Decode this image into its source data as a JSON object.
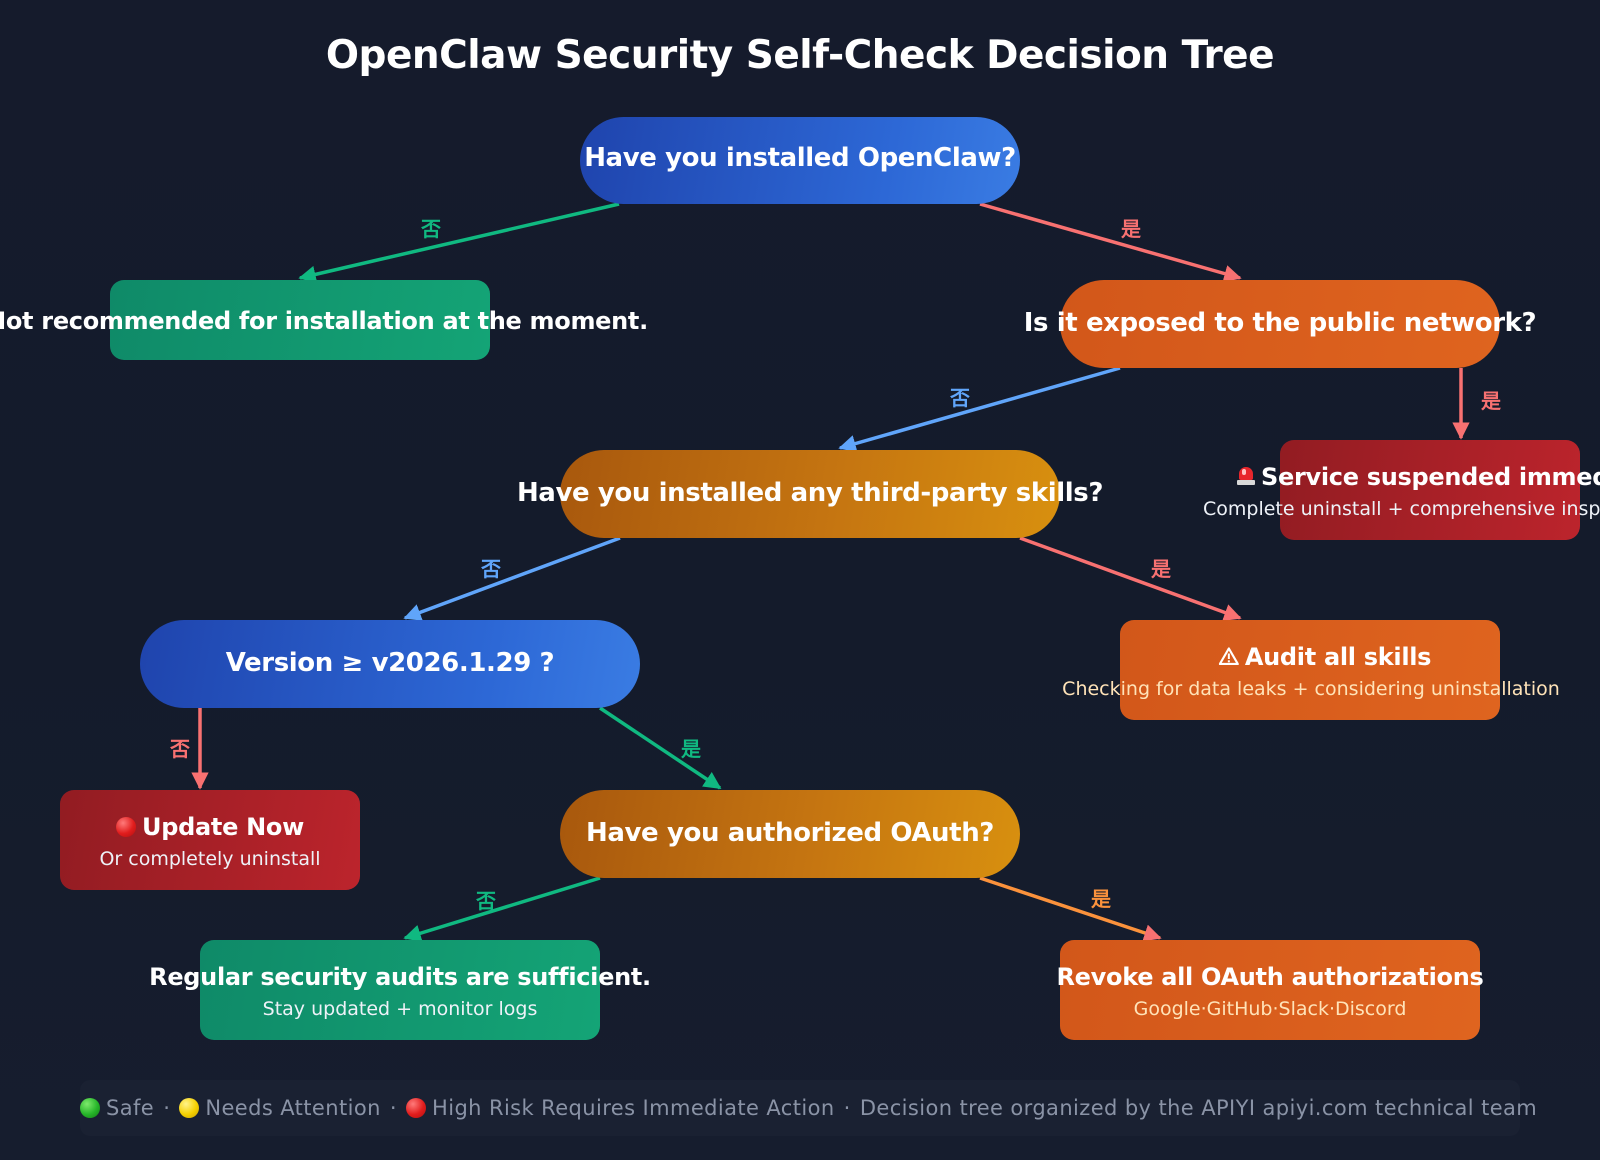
{
  "title": "OpenClaw Security Self-Check Decision Tree",
  "colors": {
    "background": "#141b2b",
    "question_blue": "#2d68d6",
    "question_orange": "#df641f",
    "question_amber": "#c57511",
    "safe_green": "#14a476",
    "danger_red": "#bc242c",
    "edge_green": "#10b981",
    "edge_red": "#f87171",
    "edge_blue": "#60a5fa",
    "edge_orange": "#fb923c"
  },
  "nodes": {
    "q_installed": {
      "text": "Have you installed OpenClaw?"
    },
    "not_recommended": {
      "icon": "check-mark-icon",
      "text": "Not recommended for installation at the moment."
    },
    "q_exposed": {
      "text": "Is it exposed to the public network?"
    },
    "service_suspended": {
      "icon": "siren-icon",
      "text": "Service suspended immediate",
      "subtext": "Complete uninstall + comprehensive insp"
    },
    "q_third_party": {
      "text": "Have you installed any third-party skills?"
    },
    "audit_skills": {
      "icon": "warning-icon",
      "text": "Audit all skills",
      "subtext": "Checking for data leaks + considering uninstallation"
    },
    "q_version": {
      "text": "Version ≥ v2026.1.29 ?"
    },
    "update_now": {
      "icon": "red-circle-icon",
      "text": "Update Now",
      "subtext": "Or completely uninstall"
    },
    "q_oauth": {
      "text": "Have you authorized OAuth?"
    },
    "regular_audits": {
      "text": "Regular security audits are sufficient.",
      "subtext": "Stay updated + monitor logs"
    },
    "revoke_oauth": {
      "text": "Revoke all OAuth authorizations",
      "subtext": "Google·GitHub·Slack·Discord"
    }
  },
  "edges": [
    {
      "from": "q_installed",
      "to": "not_recommended",
      "label": "否",
      "color": "#10b981"
    },
    {
      "from": "q_installed",
      "to": "q_exposed",
      "label": "是",
      "color": "#f87171"
    },
    {
      "from": "q_exposed",
      "to": "q_third_party",
      "label": "否",
      "color": "#60a5fa"
    },
    {
      "from": "q_exposed",
      "to": "service_suspended",
      "label": "是",
      "color": "#f87171"
    },
    {
      "from": "q_third_party",
      "to": "q_version",
      "label": "否",
      "color": "#60a5fa"
    },
    {
      "from": "q_third_party",
      "to": "audit_skills",
      "label": "是",
      "color": "#f87171"
    },
    {
      "from": "q_version",
      "to": "update_now",
      "label": "否",
      "color": "#f87171"
    },
    {
      "from": "q_version",
      "to": "q_oauth",
      "label": "是",
      "color": "#10b981"
    },
    {
      "from": "q_oauth",
      "to": "regular_audits",
      "label": "否",
      "color": "#10b981"
    },
    {
      "from": "q_oauth",
      "to": "revoke_oauth",
      "label": "是",
      "color": "#fb923c"
    }
  ],
  "footer": {
    "safe": "Safe",
    "attention": "Needs Attention",
    "high_risk": "High Risk Requires Immediate Action",
    "credit": "Decision tree organized by the APIYI apiyi.com technical team",
    "separator": "·"
  }
}
